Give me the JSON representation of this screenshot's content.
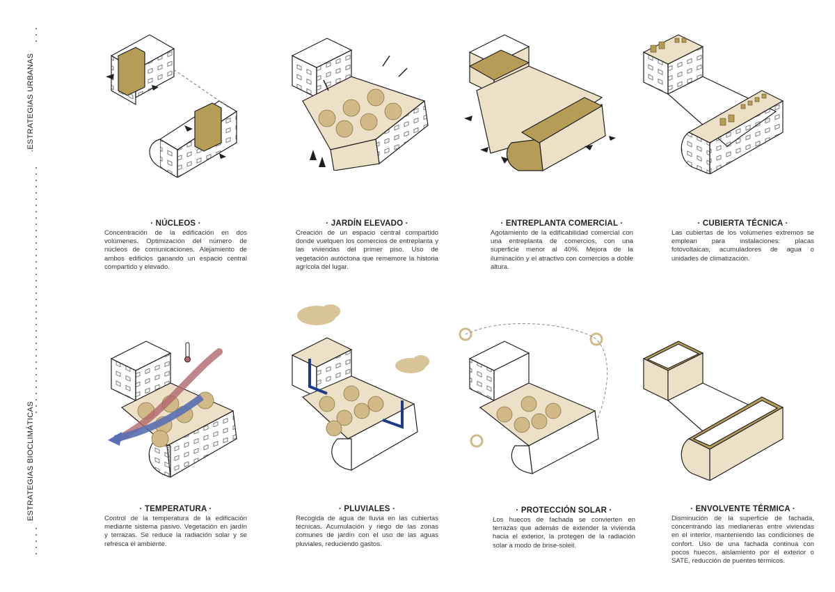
{
  "side_labels": {
    "top": ".ESTRATEGIAS URBANAS",
    "bottom": "ESTRATEGIAS BIOCLIMÁTICAS"
  },
  "colors": {
    "fill": "#ece0c6",
    "accent": "#b59c57",
    "outline": "#1f1f1f",
    "tree": "#d1b987",
    "cloud": "#d8c497",
    "rain_pipe": "#1e3a8a",
    "wind_cold": "#5a6fb4",
    "wind_warm": "#b0666a"
  },
  "strategies": [
    {
      "title": "NÚCLEOS",
      "text": "Concentración de la edificación en dos volúmenes. Optimización del número de núcleos de comunicaciones. Alejamiento de ambos edificios ganando un espacio central compartido y elevado."
    },
    {
      "title": "JARDÍN ELEVADO",
      "text": "Creación de un espacio central compartido donde vuelquen los comercios de entreplanta y las viviendas del primer piso. Uso de vegetación autóctona que rememore la historia agrícola del lugar."
    },
    {
      "title": "ENTREPLANTA COMERCIAL",
      "text": "Agotamiento de la edificabilidad comercial con una entreplanta de comercios, con una superficie menor al 40%. Mejora de la iluminación y el atractivo con comercios a doble altura."
    },
    {
      "title": "CUBIERTA TÉCNICA",
      "text": "Las cubiertas de los volúmenes extremos se emplean para instalaciones: placas fotovoltaicas, acumuladores de agua o unidades de climatización."
    },
    {
      "title": "TEMPERATURA",
      "text": "Control de la temperatura de la edificación mediante sistema pasivo. Vegetación en jardín y terrazas. Se reduce la radiación solar y se refresca el ambiente."
    },
    {
      "title": "PLUVIALES",
      "text": "Recogida de agua de lluvia en las cubiertas técnicas. Acumulación y riego de las zonas comunes de jardín con el uso de las aguas pluviales, reduciendo gastos."
    },
    {
      "title": "PROTECCIÓN SOLAR",
      "text": "Los huecos de fachada se convierten en terrazas que además de extender la vivienda hacia el exterior, la protegen de la radiación solar a modo de brise-soleil."
    },
    {
      "title": "ENVOLVENTE TÉRMICA",
      "text": "Disminución de la superficie de fachada, concentrando las medianeras entre viviendas en el interior, manteniendo las condiciones de confort. Uso de una fachada continua con pocos huecos, aislamiento por el exterior o SATE, reducción de puentes térmicos."
    }
  ]
}
